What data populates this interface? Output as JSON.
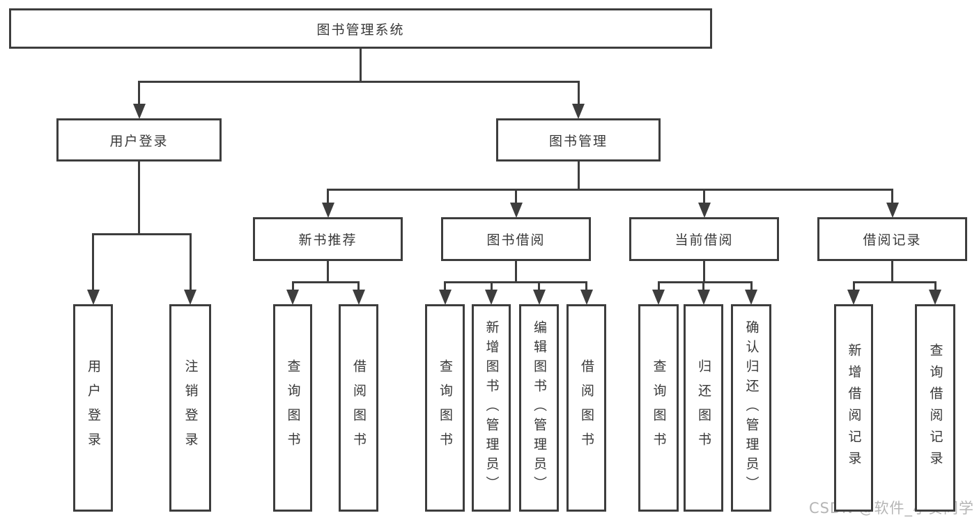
{
  "diagram": {
    "nodes": [
      {
        "id": "root",
        "label": "图书管理系统",
        "parent": null
      },
      {
        "id": "user-login-group",
        "label": "用户登录",
        "parent": "root"
      },
      {
        "id": "book-mgmt",
        "label": "图书管理",
        "parent": "root"
      },
      {
        "id": "new-book-rec",
        "label": "新书推荐",
        "parent": "book-mgmt"
      },
      {
        "id": "book-borrow",
        "label": "图书借阅",
        "parent": "book-mgmt"
      },
      {
        "id": "current-borrow",
        "label": "当前借阅",
        "parent": "book-mgmt"
      },
      {
        "id": "borrow-records",
        "label": "借阅记录",
        "parent": "book-mgmt"
      },
      {
        "id": "user-login",
        "label": "用户登录",
        "parent": "user-login-group"
      },
      {
        "id": "logout",
        "label": "注销登录",
        "parent": "user-login-group"
      },
      {
        "id": "query-books-new",
        "label": "查询图书",
        "parent": "new-book-rec"
      },
      {
        "id": "borrow-books-new",
        "label": "借阅图书",
        "parent": "new-book-rec"
      },
      {
        "id": "query-books-borrow",
        "label": "查询图书",
        "parent": "book-borrow"
      },
      {
        "id": "add-books",
        "label": "新增图书（管理员）",
        "parent": "book-borrow"
      },
      {
        "id": "edit-books",
        "label": "编辑图书（管理员）",
        "parent": "book-borrow"
      },
      {
        "id": "borrow-books-borrow",
        "label": "借阅图书",
        "parent": "book-borrow"
      },
      {
        "id": "query-books-current",
        "label": "查询图书",
        "parent": "current-borrow"
      },
      {
        "id": "return-books",
        "label": "归还图书",
        "parent": "current-borrow"
      },
      {
        "id": "confirm-return",
        "label": "确认归还（管理员）",
        "parent": "current-borrow"
      },
      {
        "id": "add-borrow-record",
        "label": "新增借阅记录",
        "parent": "borrow-records"
      },
      {
        "id": "query-borrow-record",
        "label": "查询借阅记录",
        "parent": "borrow-records"
      }
    ]
  },
  "watermark": {
    "text": "CSDN @软件_小贺同学"
  },
  "colors": {
    "line": "#3d3d3d",
    "text": "#383838",
    "watermark": "#b5b5b5",
    "background": "#ffffff"
  }
}
